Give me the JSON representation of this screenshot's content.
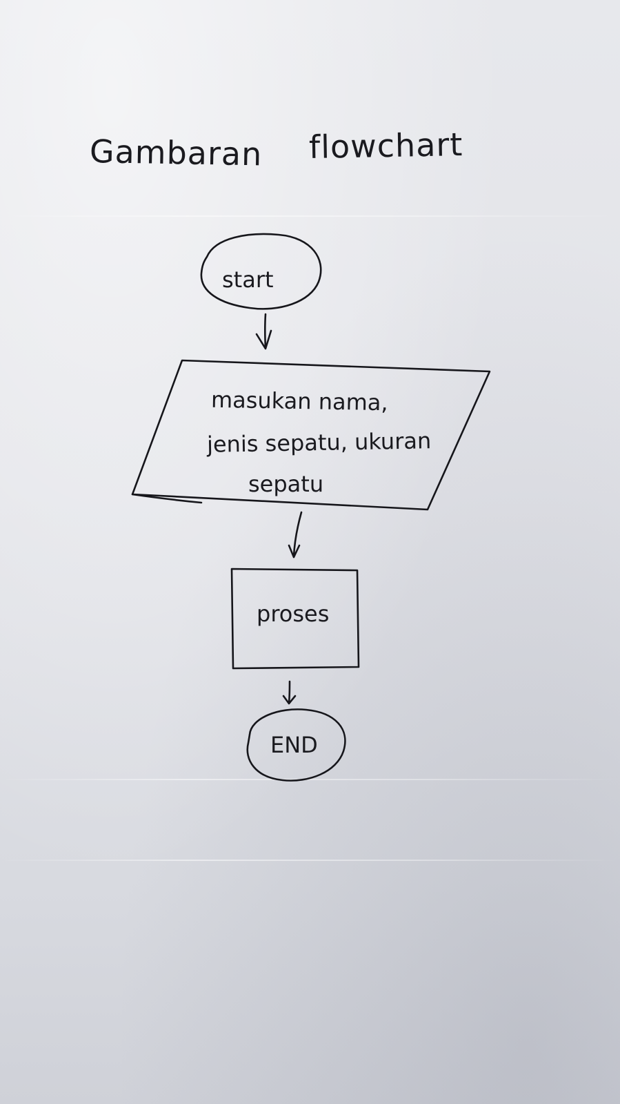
{
  "diagram": {
    "title_left": "Gambaran",
    "title_right": "flowchart",
    "nodes": {
      "start": "start",
      "input_line1": "masukan nama,",
      "input_line2": "jenis sepatu, ukuran",
      "input_line3": "sepatu",
      "process": "proses",
      "end": "END"
    }
  }
}
